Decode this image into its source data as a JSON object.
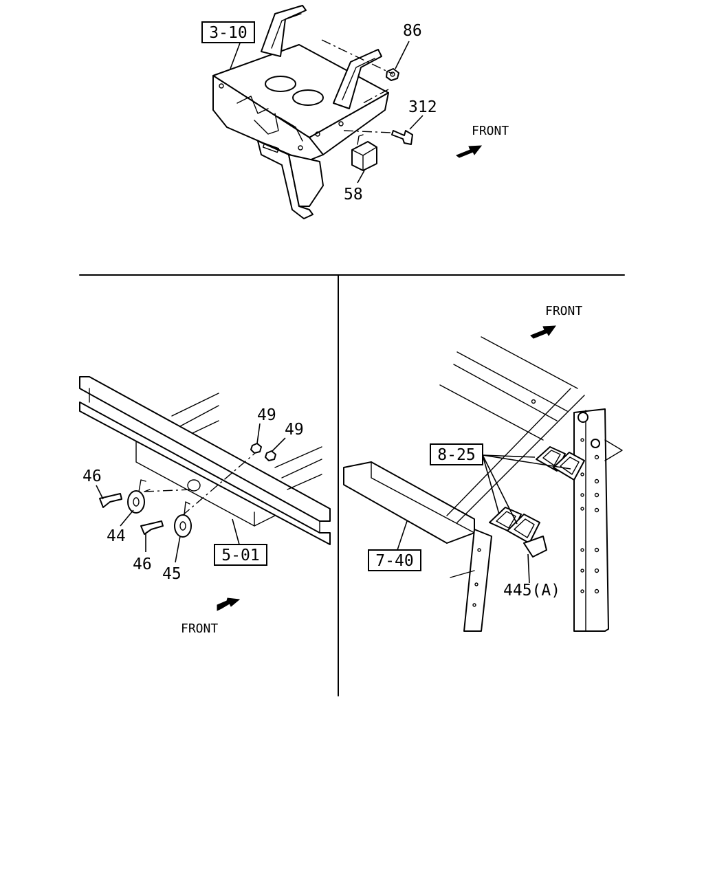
{
  "top_view": {
    "ref_box": "3-10",
    "callouts": [
      "86",
      "312",
      "58"
    ],
    "direction": "FRONT"
  },
  "lower_left_view": {
    "ref_box": "5-01",
    "callouts": [
      "49",
      "49",
      "46",
      "44",
      "46",
      "45"
    ],
    "direction": "FRONT"
  },
  "lower_right_view": {
    "ref_boxes": [
      "8-25",
      "7-40"
    ],
    "callouts": [
      "445(A)"
    ],
    "direction": "FRONT"
  }
}
